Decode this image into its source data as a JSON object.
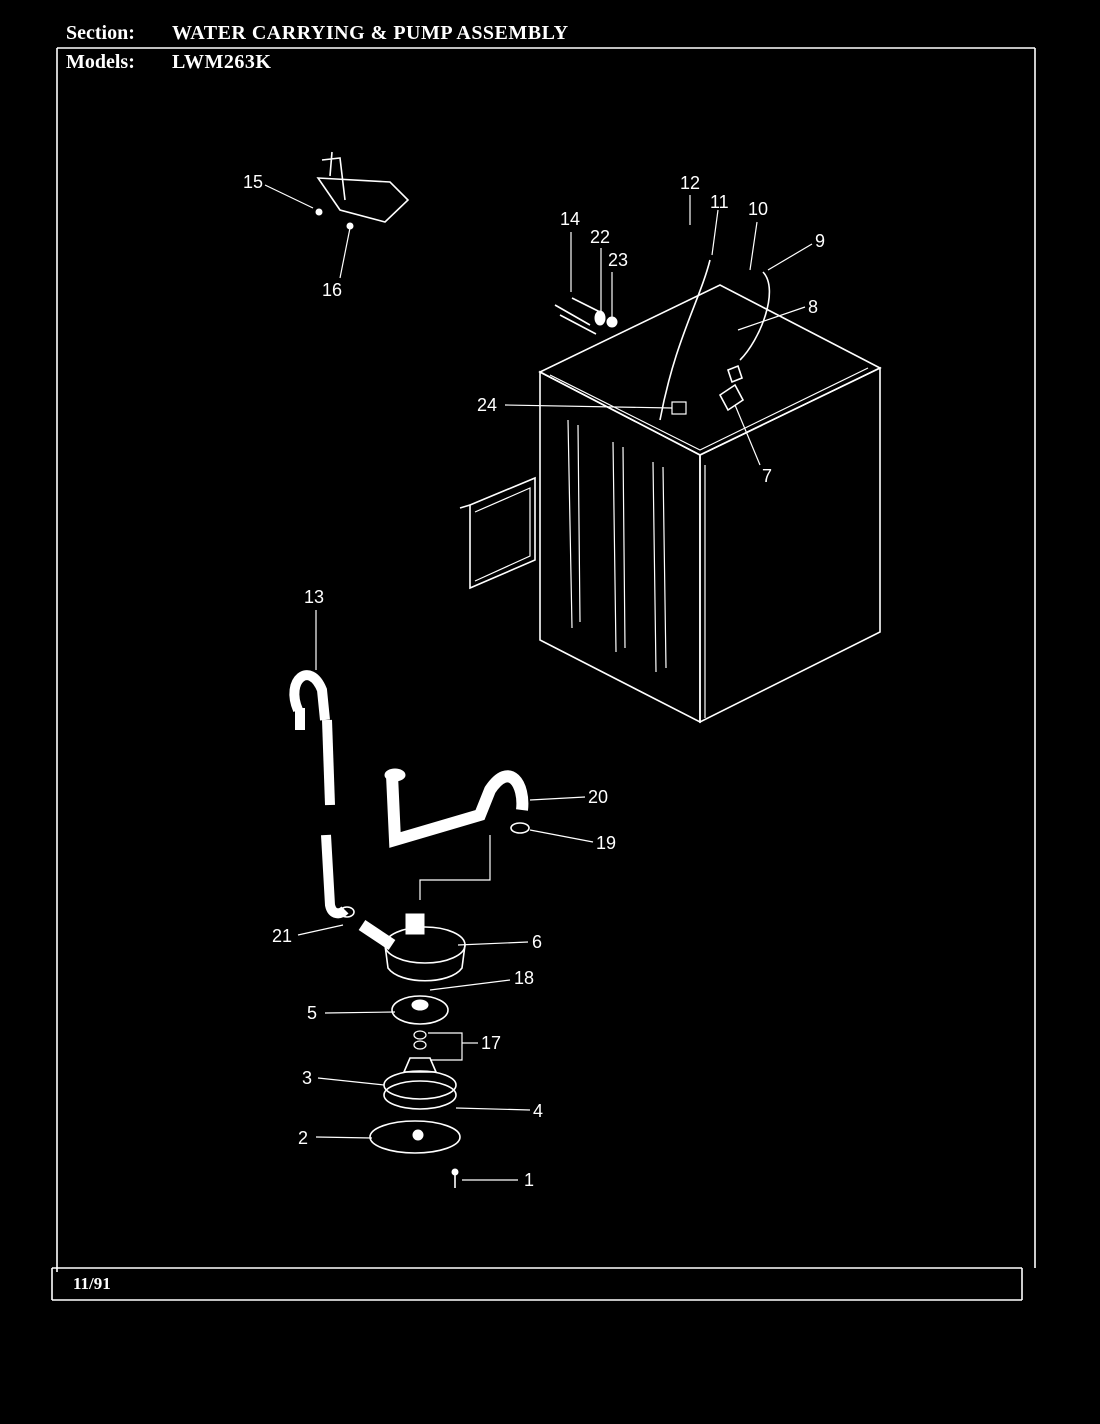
{
  "header": {
    "section_label": "Section:",
    "section_value": "WATER CARRYING & PUMP ASSEMBLY",
    "models_label": "Models:",
    "models_value": "LWM263K"
  },
  "footer": {
    "date": "11/91"
  },
  "callouts": [
    "1",
    "2",
    "3",
    "4",
    "5",
    "6",
    "7",
    "8",
    "9",
    "10",
    "11",
    "12",
    "13",
    "14",
    "15",
    "16",
    "17",
    "18",
    "19",
    "20",
    "21",
    "22",
    "23",
    "24"
  ]
}
